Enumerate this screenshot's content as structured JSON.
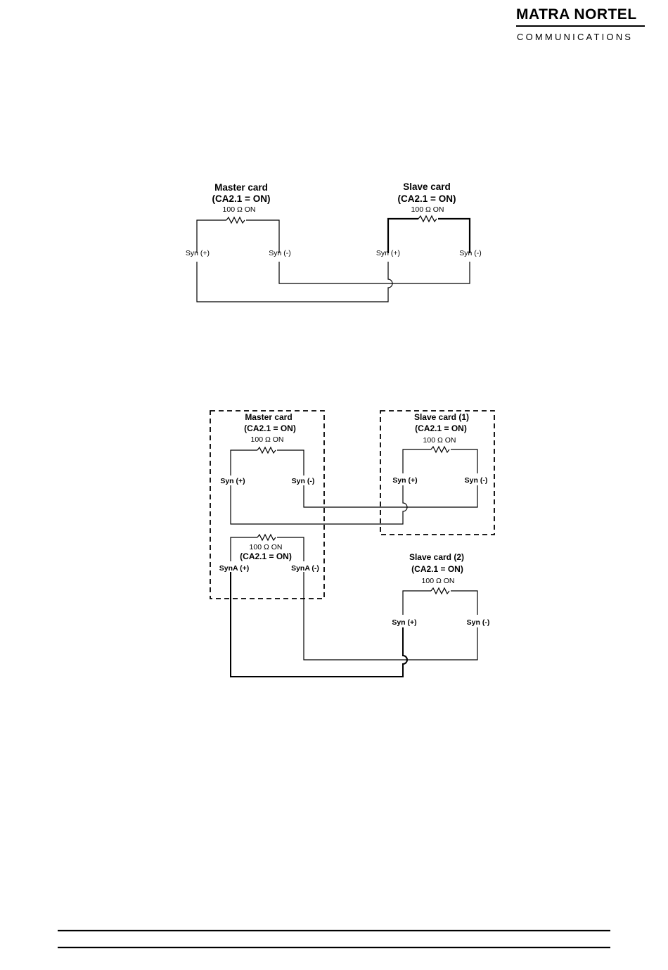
{
  "logo": {
    "name": "MATRA NORTEL",
    "subtitle": "COMMUNICATIONS"
  },
  "diagram1": {
    "master": {
      "title": "Master card",
      "setting": "(CA2.1 = ON)",
      "resistor": "100 Ω ON",
      "syn_plus": "Syn (+)",
      "syn_minus": "Syn (-)"
    },
    "slave": {
      "title": "Slave card",
      "setting": "(CA2.1 = ON)",
      "resistor": "100 Ω ON",
      "syn_plus": "Syn (+)",
      "syn_minus": "Syn (-)"
    }
  },
  "diagram2": {
    "master": {
      "title": "Master card",
      "setting": "(CA2.1 = ON)",
      "resistor": "100 Ω ON",
      "syn_plus": "Syn (+)",
      "syn_minus": "Syn (-)",
      "resistor_a": "100 Ω ON",
      "setting_a": "(CA2.1 = ON)",
      "syna_plus": "SynA (+)",
      "syna_minus": "SynA (-)"
    },
    "slave1": {
      "title": "Slave card (1)",
      "setting": "(CA2.1 = ON)",
      "resistor": "100 Ω ON",
      "syn_plus": "Syn (+)",
      "syn_minus": "Syn (-)"
    },
    "slave2": {
      "title": "Slave card (2)",
      "setting": "(CA2.1 = ON)",
      "resistor": "100 Ω ON",
      "syn_plus": "Syn (+)",
      "syn_minus": "Syn (-)"
    }
  }
}
